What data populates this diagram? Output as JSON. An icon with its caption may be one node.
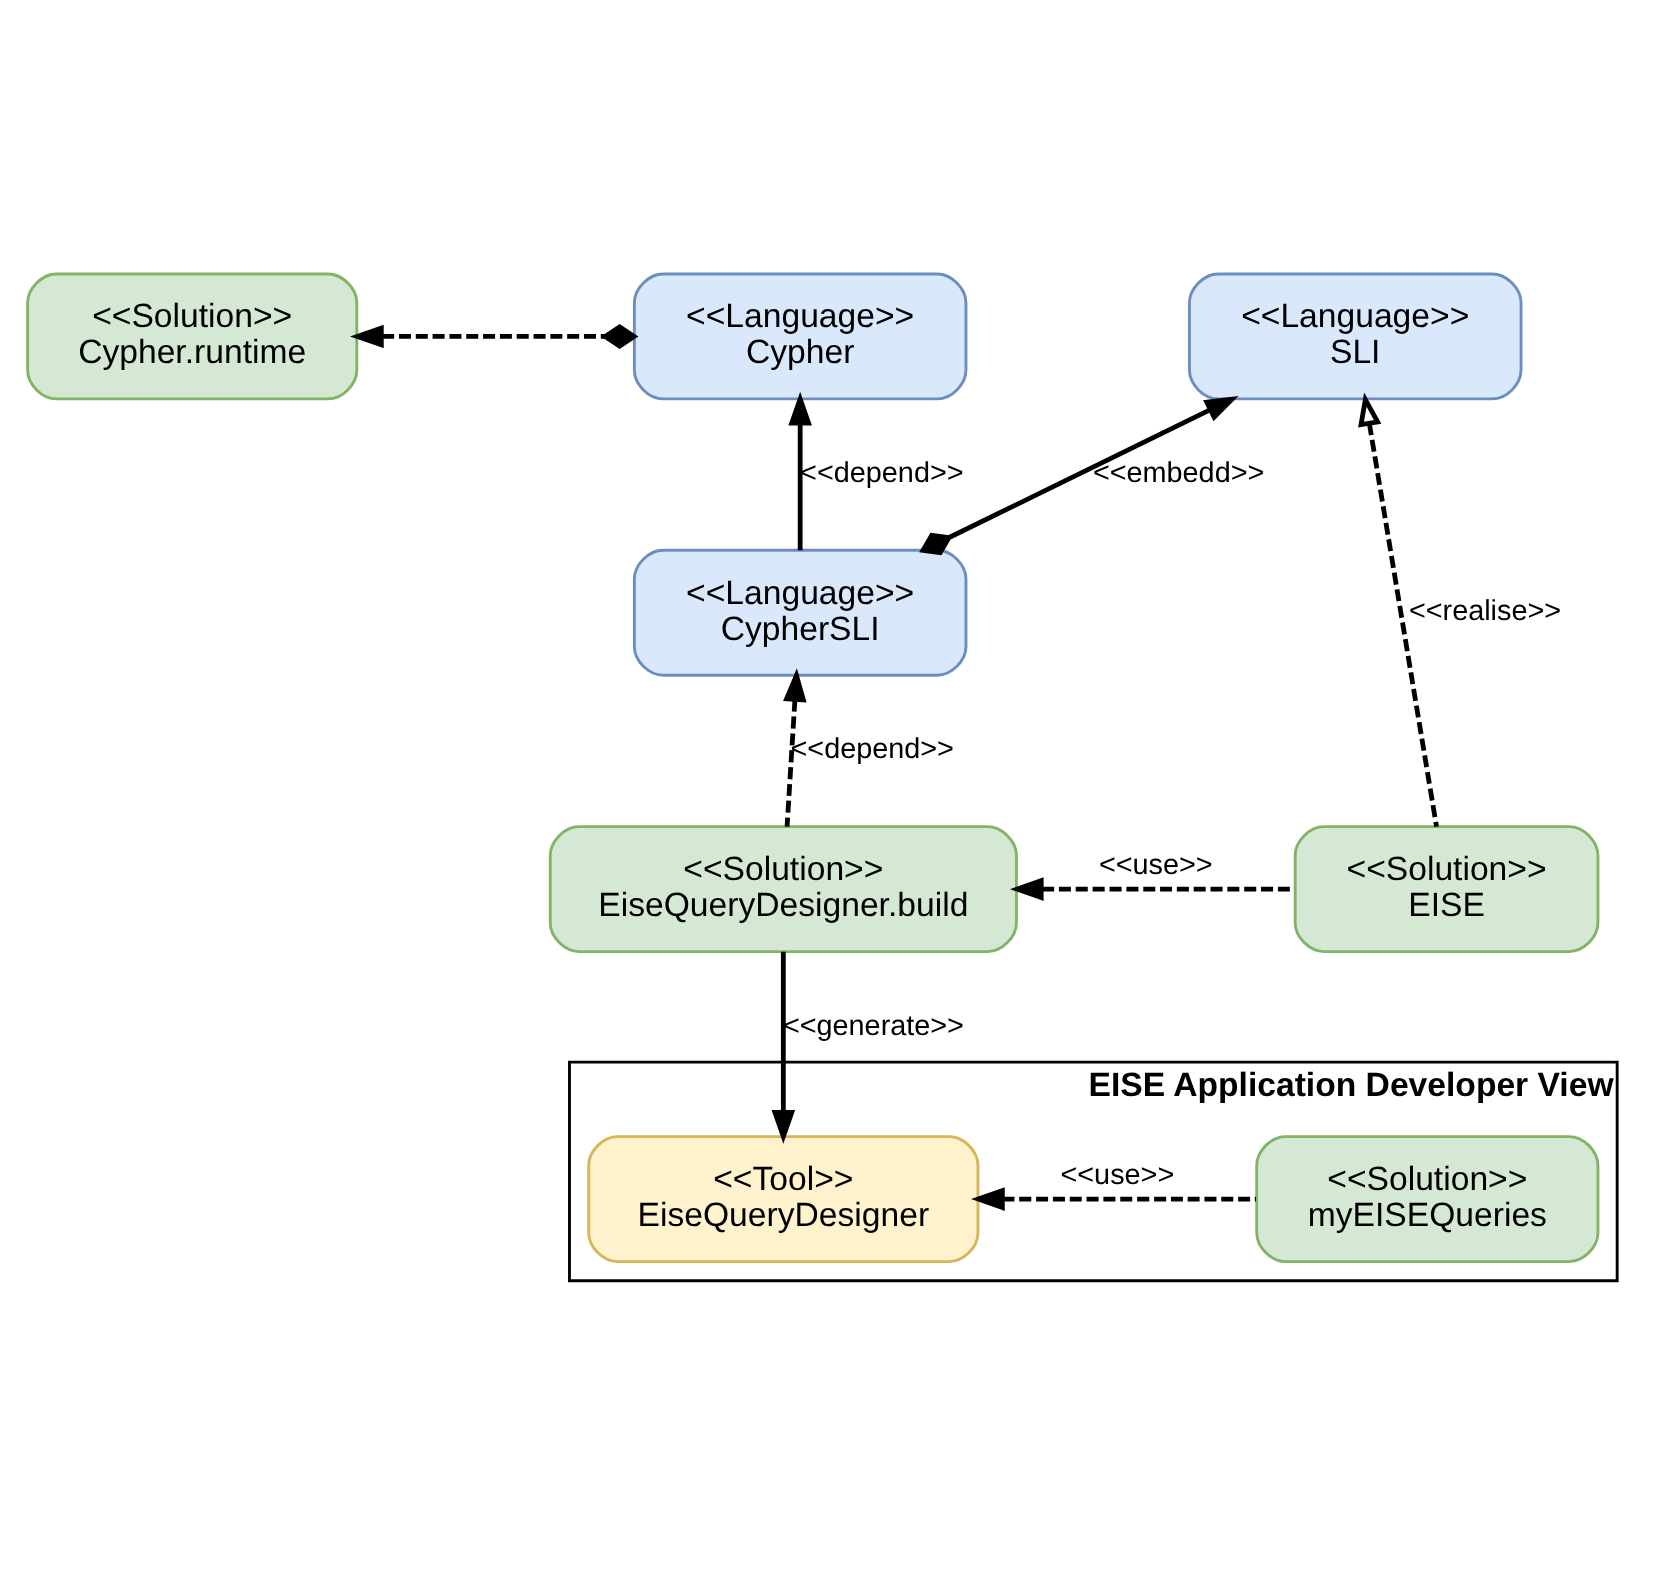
{
  "diagram": {
    "nodes": [
      {
        "text": [
          "<<Solution>>",
          "Cypher.runtime"
        ]
      },
      {
        "text": [
          "<<Language>>",
          "Cypher"
        ]
      },
      {
        "text": [
          "<<Language>>",
          "SLI"
        ]
      },
      {
        "text": [
          "<<Language>>",
          "CypherSLI"
        ]
      },
      {
        "text": [
          "<<Solution>>",
          "EiseQueryDesigner.build"
        ]
      },
      {
        "text": [
          "<<Solution>>",
          "EISE"
        ]
      },
      {
        "text": [
          "EISE Application Developer View"
        ]
      },
      {
        "text": [
          "<<Tool>>",
          "EiseQueryDesigner"
        ],
        "in": 6
      },
      {
        "text": [
          "<<Solution>>",
          "myEISEQueries"
        ],
        "in": 6
      }
    ],
    "edges": [
      {
        "from": 1,
        "to": 0,
        "arrow": "to",
        "style": "dashed"
      },
      {
        "from": 3,
        "to": 1,
        "arrow": "to",
        "label": "<<depend>>"
      },
      {
        "from": 3,
        "to": 2,
        "arrow": "to",
        "label": "<<embedd>>"
      },
      {
        "from": 5,
        "to": 2,
        "arrow": "to",
        "label": "<<realise>>",
        "style": "dashed"
      },
      {
        "from": 4,
        "to": 3,
        "arrow": "to",
        "label": "<<depend>>",
        "style": "dashed"
      },
      {
        "from": 5,
        "to": 4,
        "arrow": "to",
        "label": "<<use>>",
        "style": "dashed"
      },
      {
        "from": 4,
        "to": 7,
        "arrow": "to",
        "label": "<<generate>>"
      },
      {
        "from": 8,
        "to": 7,
        "arrow": "to",
        "label": "<<use>>",
        "style": "dashed"
      }
    ]
  }
}
